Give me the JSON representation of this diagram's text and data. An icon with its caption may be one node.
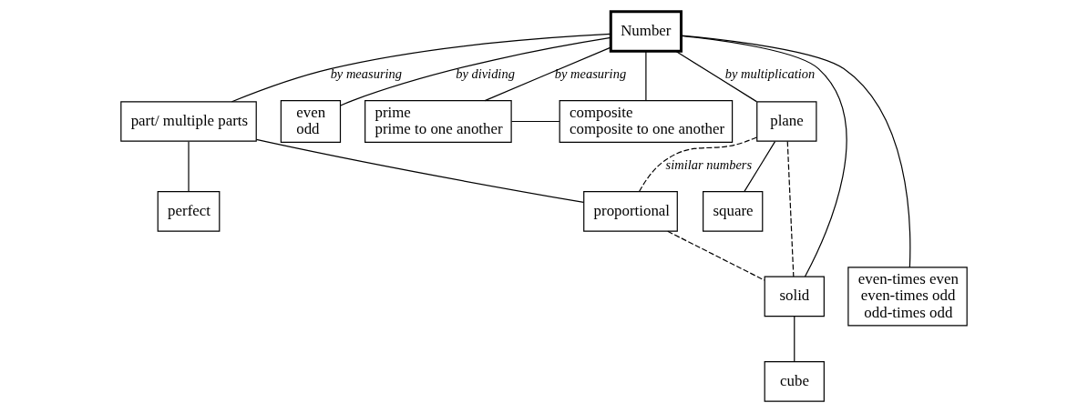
{
  "diagram": {
    "nodes": [
      {
        "text": [
          "Number"
        ]
      },
      {
        "text": [
          "part/ multiple parts"
        ]
      },
      {
        "text": [
          "even",
          "odd"
        ]
      },
      {
        "text": [
          "prime",
          "prime to one another"
        ]
      },
      {
        "text": [
          "composite",
          "composite to one another"
        ]
      },
      {
        "text": [
          "plane"
        ]
      },
      {
        "text": [
          "perfect"
        ]
      },
      {
        "text": [
          "proportional"
        ]
      },
      {
        "text": [
          "square"
        ]
      },
      {
        "text": [
          "solid"
        ]
      },
      {
        "text": [
          "even-times even",
          "even-times odd",
          "odd-times odd"
        ]
      },
      {
        "text": [
          "cube"
        ]
      }
    ],
    "edges": [
      {
        "from": 0,
        "to": 1,
        "arrow": "none",
        "label": "by measuring"
      },
      {
        "from": 0,
        "to": 10,
        "arrow": "none"
      },
      {
        "from": 0,
        "to": 2,
        "arrow": "none",
        "label": "by dividing"
      },
      {
        "from": 0,
        "to": 3,
        "arrow": "none",
        "label": "by measuring"
      },
      {
        "from": 0,
        "to": 4,
        "arrow": "none"
      },
      {
        "from": 3,
        "to": 4,
        "arrow": "none"
      },
      {
        "from": 0,
        "to": 5,
        "arrow": "none",
        "label": "by multiplication"
      },
      {
        "from": 0,
        "to": 9,
        "arrow": "none"
      },
      {
        "from": 1,
        "to": 6,
        "arrow": "none"
      },
      {
        "from": 1,
        "to": 7,
        "arrow": "none"
      },
      {
        "from": 7,
        "to": 5,
        "arrow": "none",
        "style": "dashed",
        "label": "similar numbers"
      },
      {
        "from": 7,
        "to": 9,
        "arrow": "none",
        "style": "dashed"
      },
      {
        "from": 5,
        "to": 9,
        "arrow": "none",
        "style": "dashed"
      },
      {
        "from": 5,
        "to": 8,
        "arrow": "none"
      },
      {
        "from": 9,
        "to": 11,
        "arrow": "none"
      }
    ]
  }
}
